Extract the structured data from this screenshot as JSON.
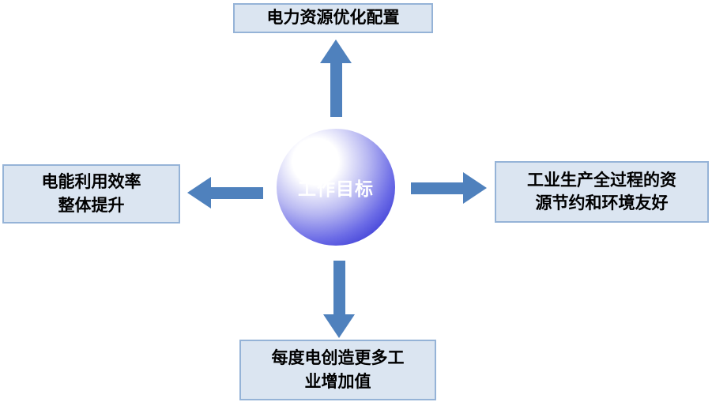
{
  "diagram": {
    "center_label": "工作目标",
    "nodes": {
      "top": "电力资源优化配置",
      "left": "电能利用效率\n整体提升",
      "right": "工业生产全过程的资\n源节约和环境友好",
      "bottom": "每度电创造更多工\n业增加值"
    },
    "colors": {
      "box_fill": "#dbe5f1",
      "box_border": "#95b3d7",
      "arrow": "#4f81bd",
      "circle_edge": "#2323bd",
      "center_text": "#ffffff",
      "node_text": "#000000",
      "background": "#ffffff"
    }
  }
}
